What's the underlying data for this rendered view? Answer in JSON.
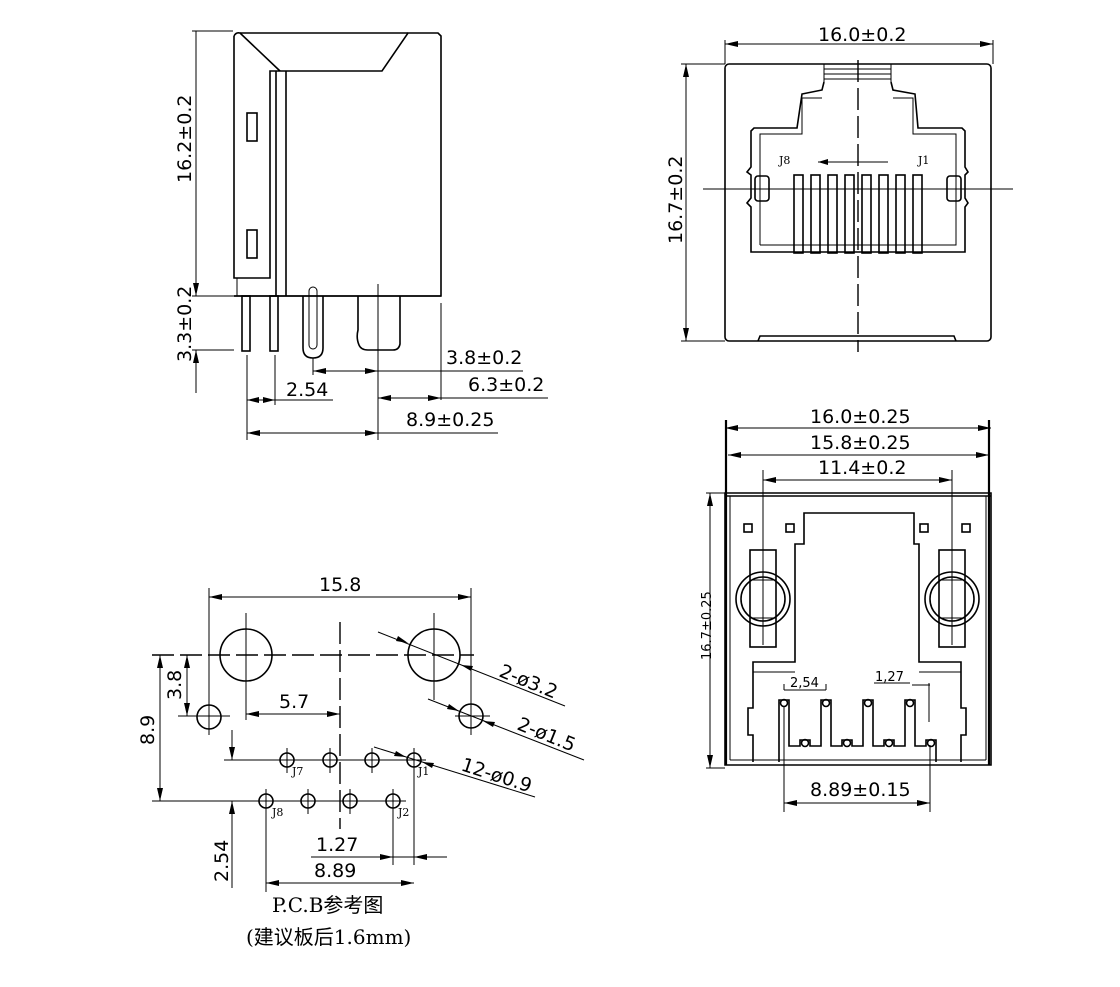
{
  "drawing": {
    "subject": "RJ45 modular jack connector",
    "line_color": "#000000",
    "background": "#ffffff"
  },
  "side_view": {
    "height_body": "16.2±0.2",
    "pin_length": "3.3±0.2",
    "pin_pitch": "2.54",
    "post_offset_1": "3.8±0.2",
    "post_offset_2": "6.3±0.2",
    "overall_depth": "8.9±0.25"
  },
  "front_view": {
    "width": "16.0±0.2",
    "height": "16.7±0.2",
    "pin_label_left": "J8",
    "pin_label_right": "J1"
  },
  "bottom_view": {
    "outer_width": "16.0±0.25",
    "inner_width": "15.8±0.25",
    "post_spacing": "11.4±0.2",
    "height": "16.7±0.25",
    "pin_pitch": "2,54",
    "pin_offset": "1,27",
    "pin_span": "8.89±0.15"
  },
  "pcb_layout": {
    "width": "15.8",
    "hole_row_offset": "3.8",
    "vertical_span": "8.9",
    "center_offset": "5.7",
    "large_holes": "2-ø3.2",
    "small_holes": "2-ø1.5",
    "pin_holes": "12-ø0.9",
    "row_pitch": "2.54",
    "pin_offset": "1.27",
    "pin_span": "8.89",
    "labels": {
      "j7": "J7",
      "j1": "J1",
      "j8": "J8",
      "j2": "J2"
    },
    "caption_line1": "P.C.B参考图",
    "caption_line2": "(建议板后1.6mm)"
  }
}
